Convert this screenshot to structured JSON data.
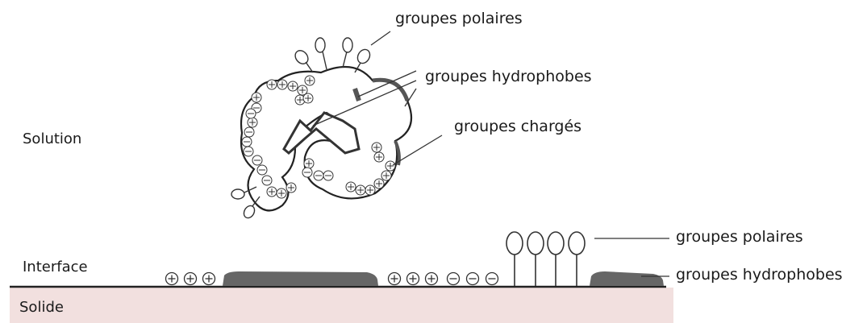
{
  "regions": {
    "solution": "Solution",
    "interface": "Interface",
    "solid": "Solide"
  },
  "molecule_labels": {
    "polar": "groupes polaires",
    "hydrophobic": "groupes hydrophobes",
    "charged": "groupes chargés"
  },
  "surface_labels": {
    "polar": "groupes polaires",
    "hydrophobic": "groupes hydrophobes"
  },
  "charge_symbols": {
    "plus": "⊕",
    "minus": "⊖"
  },
  "colors": {
    "solid_fill": "#f2e0df",
    "hydrophobic_patch": "#666666",
    "line": "#222222"
  }
}
